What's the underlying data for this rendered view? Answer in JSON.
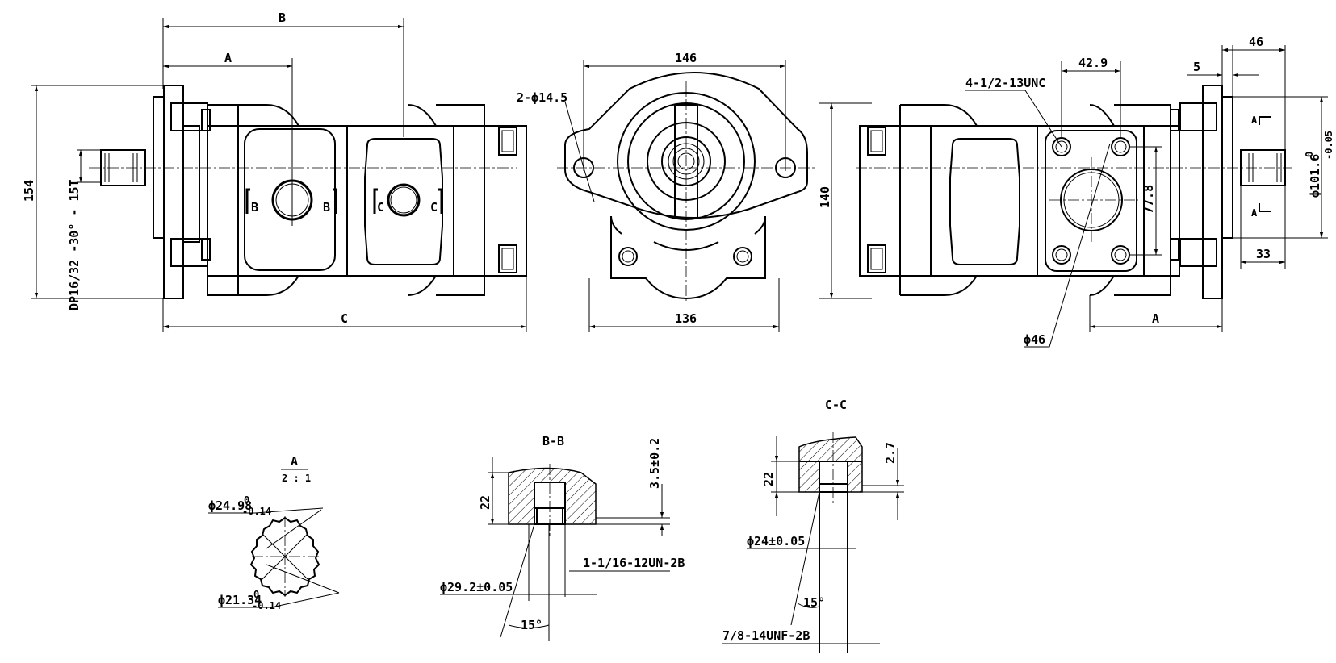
{
  "labels": {
    "B_top": "B",
    "A_top": "A",
    "C_bottom": "C",
    "d154": "154",
    "spline_spec": "DP16/32 -30° - 15T",
    "section_B_left": "B",
    "section_B_right": "B",
    "section_C_left": "C",
    "section_C_right": "C",
    "d146": "146",
    "holes_2": "2-ϕ14.5",
    "d136": "136",
    "d140": "140",
    "thread_4": "4-1/2-13UNC",
    "d42_9": "42.9",
    "d77_8": "77.8",
    "d46_dia": "ϕ46",
    "A_rear": "A",
    "d5": "5",
    "d46": "46",
    "d101_6": "ϕ101.6",
    "d101_6_tol_up": "0",
    "d101_6_tol_low": "-0.05",
    "d33": "33",
    "arrow_A1": "A",
    "arrow_A2": "A",
    "detail_A_title": "A",
    "detail_A_scale": "2 : 1",
    "spline_od": "ϕ24.98",
    "spline_od_up": "0",
    "spline_od_low": "-0.14",
    "spline_id": "ϕ21.34",
    "spline_id_up": "0",
    "spline_id_low": "-0.14",
    "section_BB_title": "B-B",
    "bb_22": "22",
    "bb_35": "3.5±0.2",
    "bb_thread": "1-1/16-12UN-2B",
    "bb_dia": "ϕ29.2±0.05",
    "bb_angle": "15°",
    "section_CC_title": "C-C",
    "cc_22": "22",
    "cc_27": "2.7",
    "cc_dia": "ϕ24±0.05",
    "cc_angle": "15°",
    "cc_thread": "7/8-14UNF-2B"
  }
}
